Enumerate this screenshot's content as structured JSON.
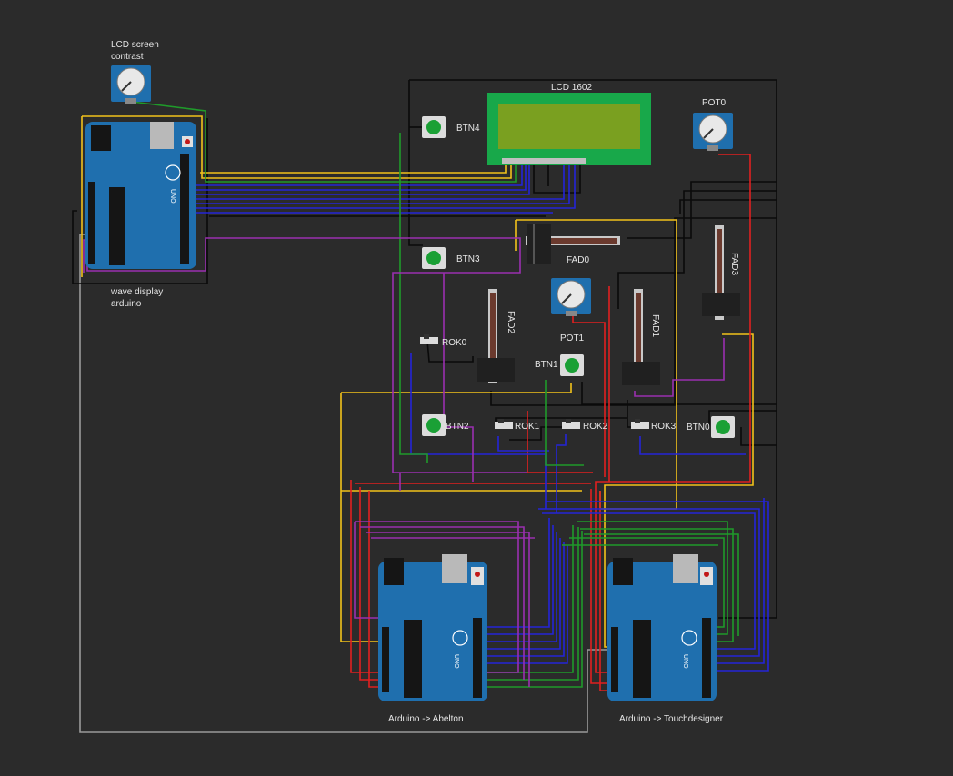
{
  "labels": {
    "lcd_contrast": "LCD screen\ncontrast",
    "wave_display": "wave display\narduino",
    "lcd": "LCD 1602",
    "pot0": "POT0",
    "pot1": "POT1",
    "btn0": "BTN0",
    "btn1": "BTN1",
    "btn2": "BTN2",
    "btn3": "BTN3",
    "btn4": "BTN4",
    "fad0": "FAD0",
    "fad1": "FAD1",
    "fad2": "FAD2",
    "fad3": "FAD3",
    "rok0": "ROK0",
    "rok1": "ROK1",
    "rok2": "ROK2",
    "rok3": "ROK3",
    "ableton": "Arduino -> Abelton",
    "touchdesigner": "Arduino -> Touchdesigner",
    "uno": "UNO"
  },
  "colors": {
    "background": "#2b2b2b",
    "board": "#1f6fae",
    "wire_black": "#0a0a0a",
    "wire_yellow": "#f2c21b",
    "wire_red": "#e02020",
    "wire_blue": "#2424d8",
    "wire_green": "#1f9a2a",
    "wire_purple": "#9a2fb0",
    "wire_grey": "#9a9a9a",
    "lcd_frame": "#18a84a",
    "lcd_screen": "#7aa020",
    "button": "#1aa035"
  }
}
